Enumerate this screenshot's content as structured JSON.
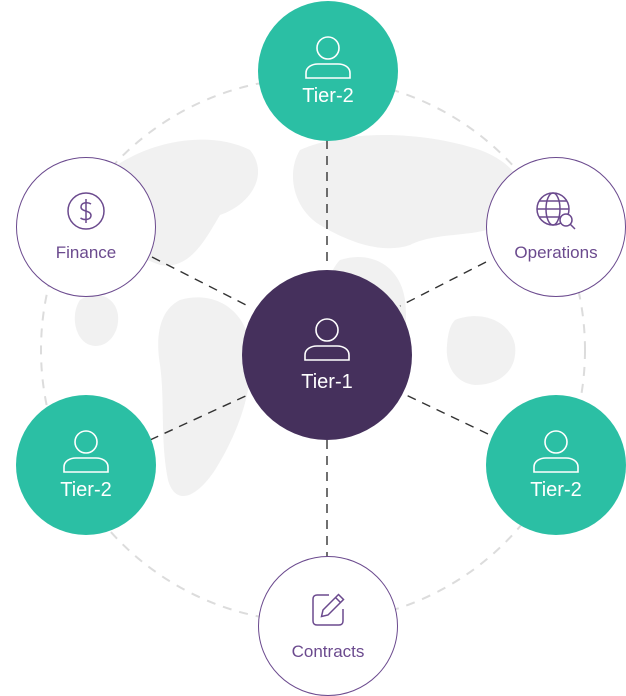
{
  "colors": {
    "tier2": "#2bbfa4",
    "tier1": "#45305c",
    "outline": "#6b4a8e",
    "dashed_ring": "#dcdcdc",
    "connector": "#333333",
    "map": "#f1f1f1"
  },
  "center": {
    "label": "Tier-1",
    "icon": "user-icon"
  },
  "nodes": {
    "top": {
      "label": "Tier-2",
      "icon": "user-icon"
    },
    "finance": {
      "label": "Finance",
      "icon": "dollar-icon"
    },
    "operations": {
      "label": "Operations",
      "icon": "globe-search-icon"
    },
    "left": {
      "label": "Tier-2",
      "icon": "user-icon"
    },
    "right": {
      "label": "Tier-2",
      "icon": "user-icon"
    },
    "contracts": {
      "label": "Contracts",
      "icon": "edit-icon"
    }
  }
}
